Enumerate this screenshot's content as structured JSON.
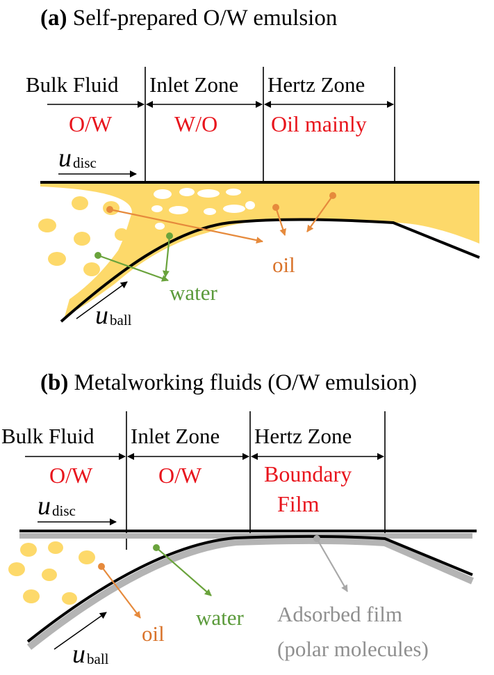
{
  "panel_a": {
    "label": "(a)",
    "title": "Self-prepared O/W emulsion",
    "zones": [
      "Bulk Fluid",
      "Inlet Zone",
      "Hertz Zone"
    ],
    "phases": [
      "O/W",
      "W/O",
      "Oil mainly"
    ],
    "u_disc": {
      "symbol": "u",
      "subscript": "disc"
    },
    "u_ball": {
      "symbol": "u",
      "subscript": "ball"
    },
    "oil_label": "oil",
    "water_label": "water"
  },
  "panel_b": {
    "label": "(b)",
    "title": "Metalworking fluids (O/W emulsion)",
    "zones": [
      "Bulk Fluid",
      "Inlet Zone",
      "Hertz Zone"
    ],
    "phases": [
      "O/W",
      "O/W",
      "Boundary",
      "Film"
    ],
    "u_disc": {
      "symbol": "u",
      "subscript": "disc"
    },
    "u_ball": {
      "symbol": "u",
      "subscript": "ball"
    },
    "oil_label": "oil",
    "water_label": "water",
    "film_label_1": "Adsorbed film",
    "film_label_2": "(polar molecules)"
  },
  "colors": {
    "oil_fill": "#fdd96a",
    "oil_arrow": "#e68a3c",
    "water_arrow": "#6aa33c",
    "phase_text": "#e8141c",
    "film": "#b4b4b4",
    "line": "#000000"
  }
}
